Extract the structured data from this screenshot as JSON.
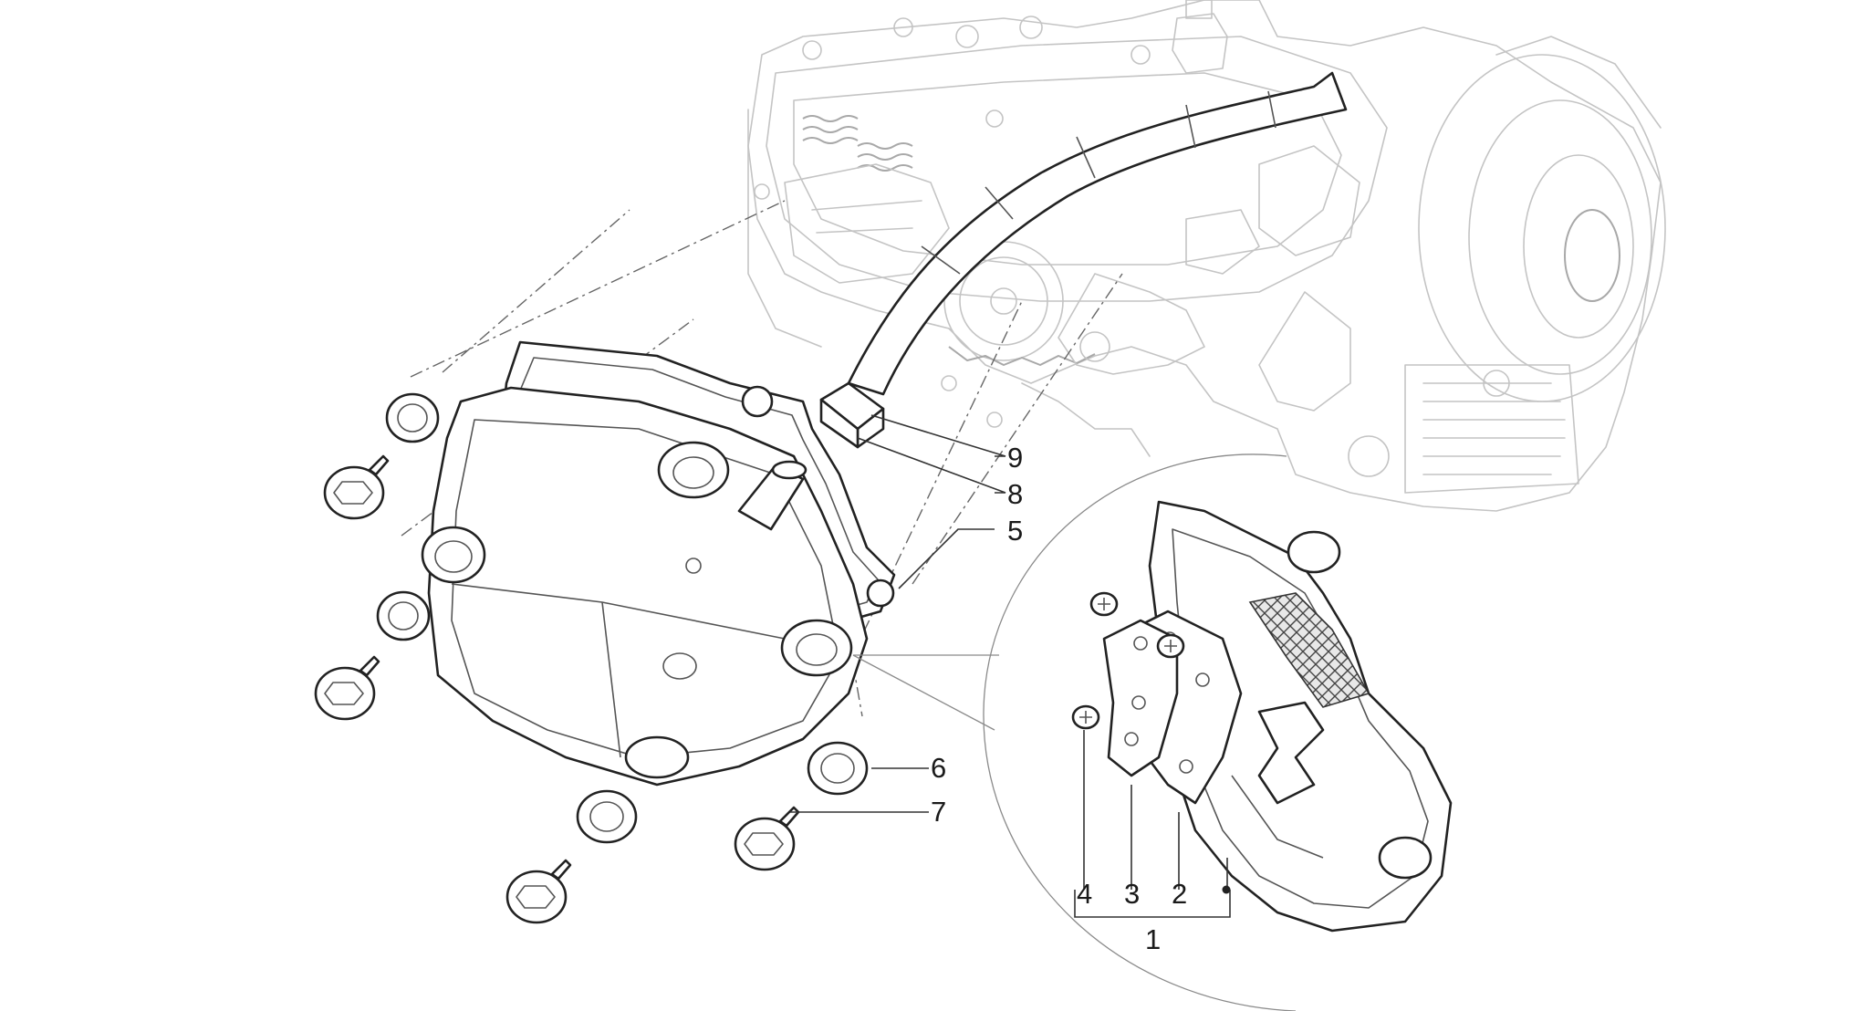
{
  "diagram": {
    "labels": {
      "l1": "1",
      "l2": "2",
      "l3": "3",
      "l4": "4",
      "l5": "5",
      "l6": "6",
      "l7": "7",
      "l8": "8",
      "l9": "9"
    },
    "colors": {
      "line": "#222222",
      "engine_line": "#c4c4c4",
      "background": "#ffffff"
    }
  }
}
